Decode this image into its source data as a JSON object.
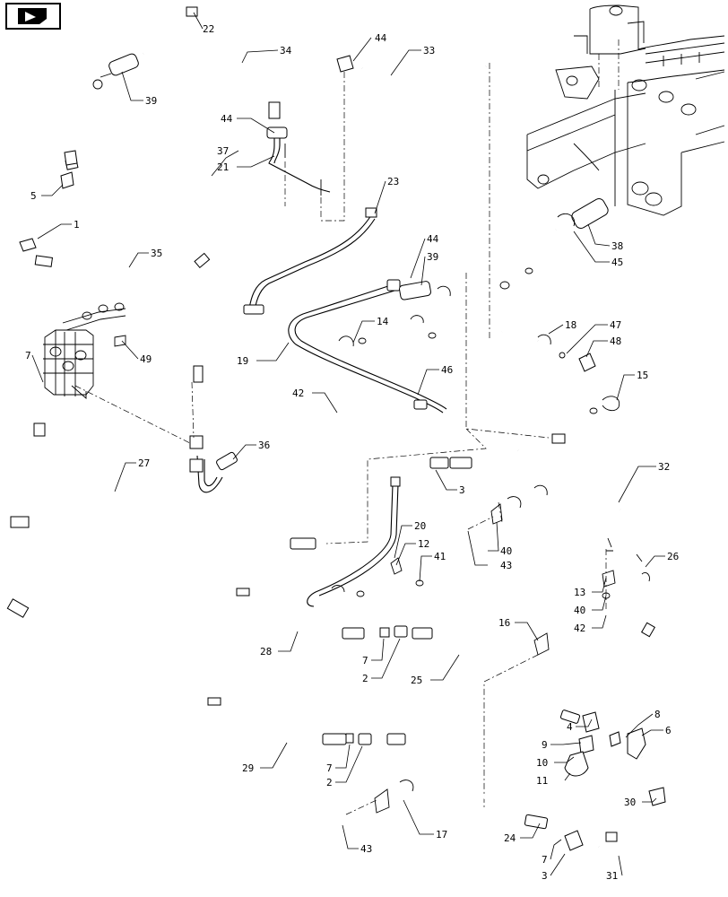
{
  "icons": {
    "nav": "back-arrow-icon"
  },
  "callouts": [
    {
      "id": "c22",
      "text": "22"
    },
    {
      "id": "c34",
      "text": "34"
    },
    {
      "id": "c44a",
      "text": "44"
    },
    {
      "id": "c33",
      "text": "33"
    },
    {
      "id": "c39a",
      "text": "39"
    },
    {
      "id": "c44b",
      "text": "44"
    },
    {
      "id": "c37",
      "text": "37"
    },
    {
      "id": "c21",
      "text": "21"
    },
    {
      "id": "c5",
      "text": "5"
    },
    {
      "id": "c1",
      "text": "1"
    },
    {
      "id": "c35",
      "text": "35"
    },
    {
      "id": "c23",
      "text": "23"
    },
    {
      "id": "c44c",
      "text": "44"
    },
    {
      "id": "c39b",
      "text": "39"
    },
    {
      "id": "c38",
      "text": "38"
    },
    {
      "id": "c45",
      "text": "45"
    },
    {
      "id": "c18",
      "text": "18"
    },
    {
      "id": "c47",
      "text": "47"
    },
    {
      "id": "c48",
      "text": "48"
    },
    {
      "id": "c14",
      "text": "14"
    },
    {
      "id": "c7a",
      "text": "7"
    },
    {
      "id": "c49",
      "text": "49"
    },
    {
      "id": "c19",
      "text": "19"
    },
    {
      "id": "c46",
      "text": "46"
    },
    {
      "id": "c15",
      "text": "15"
    },
    {
      "id": "c42a",
      "text": "42"
    },
    {
      "id": "c36",
      "text": "36"
    },
    {
      "id": "c27",
      "text": "27"
    },
    {
      "id": "c32",
      "text": "32"
    },
    {
      "id": "c3a",
      "text": "3"
    },
    {
      "id": "c20",
      "text": "20"
    },
    {
      "id": "c12",
      "text": "12"
    },
    {
      "id": "c41",
      "text": "41"
    },
    {
      "id": "c40a",
      "text": "40"
    },
    {
      "id": "c43a",
      "text": "43"
    },
    {
      "id": "c26",
      "text": "26"
    },
    {
      "id": "c13",
      "text": "13"
    },
    {
      "id": "c40b",
      "text": "40"
    },
    {
      "id": "c42b",
      "text": "42"
    },
    {
      "id": "c16",
      "text": "16"
    },
    {
      "id": "c28",
      "text": "28"
    },
    {
      "id": "c7b",
      "text": "7"
    },
    {
      "id": "c2a",
      "text": "2"
    },
    {
      "id": "c25",
      "text": "25"
    },
    {
      "id": "c8",
      "text": "8"
    },
    {
      "id": "c4",
      "text": "4"
    },
    {
      "id": "c6",
      "text": "6"
    },
    {
      "id": "c9",
      "text": "9"
    },
    {
      "id": "c10",
      "text": "10"
    },
    {
      "id": "c11",
      "text": "11"
    },
    {
      "id": "c30",
      "text": "30"
    },
    {
      "id": "c29",
      "text": "29"
    },
    {
      "id": "c7c",
      "text": "7"
    },
    {
      "id": "c2b",
      "text": "2"
    },
    {
      "id": "c17",
      "text": "17"
    },
    {
      "id": "c24",
      "text": "24"
    },
    {
      "id": "c43b",
      "text": "43"
    },
    {
      "id": "c7d",
      "text": "7"
    },
    {
      "id": "c3b",
      "text": "3"
    },
    {
      "id": "c31",
      "text": "31"
    }
  ]
}
